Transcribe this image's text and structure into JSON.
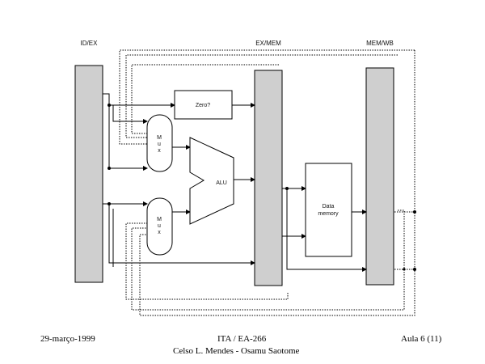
{
  "diagram": {
    "stage_labels": {
      "id_ex": "ID/EX",
      "ex_mem": "EX/MEM",
      "mem_wb": "MEM/WB"
    },
    "blocks": {
      "zero": "Zero?",
      "mux_top": [
        "M",
        "u",
        "x"
      ],
      "mux_bottom": [
        "M",
        "u",
        "x"
      ],
      "alu": "ALU",
      "data_memory": [
        "Data",
        "memory"
      ]
    }
  },
  "footer": {
    "date": "29-março-1999",
    "course": "ITA / EA-266",
    "lesson": "Aula 6 (11)",
    "authors": "Celso L. Mendes - Osamu Saotome"
  }
}
